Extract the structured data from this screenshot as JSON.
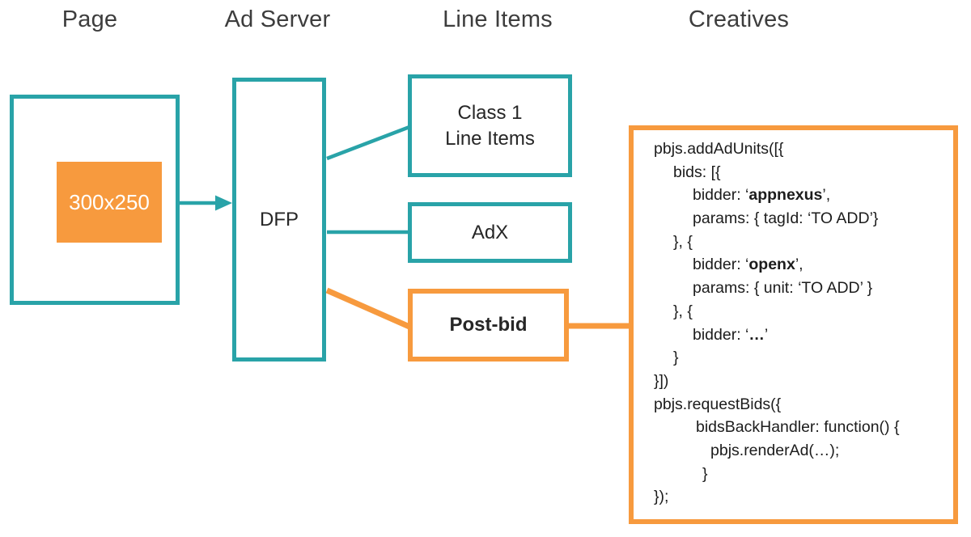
{
  "headers": [
    {
      "label": "Page"
    },
    {
      "label": "Ad Server"
    },
    {
      "label": "Line Items"
    },
    {
      "label": "Creatives"
    }
  ],
  "page": {
    "ad_slot_label": "300x250"
  },
  "ad_server": {
    "label": "DFP"
  },
  "line_items": {
    "class1_line1": "Class 1",
    "class1_line2": "Line Items",
    "adx_label": "AdX",
    "postbid_label": "Post-bid"
  },
  "creatives": {
    "code_lines": [
      {
        "indent": 0,
        "segments": [
          {
            "text": "pbjs.addAdUnits([{",
            "bold": false
          }
        ]
      },
      {
        "indent": 24,
        "segments": [
          {
            "text": "bids: [{",
            "bold": false
          }
        ]
      },
      {
        "indent": 48,
        "segments": [
          {
            "text": "bidder: ‘",
            "bold": false
          },
          {
            "text": "appnexus",
            "bold": true
          },
          {
            "text": "’,",
            "bold": false
          }
        ]
      },
      {
        "indent": 48,
        "segments": [
          {
            "text": "params: { tagId: ‘TO ADD’}",
            "bold": false
          }
        ]
      },
      {
        "indent": 24,
        "segments": [
          {
            "text": "}, {",
            "bold": false
          }
        ]
      },
      {
        "indent": 48,
        "segments": [
          {
            "text": "bidder: ‘",
            "bold": false
          },
          {
            "text": "openx",
            "bold": true
          },
          {
            "text": "’,",
            "bold": false
          }
        ]
      },
      {
        "indent": 48,
        "segments": [
          {
            "text": "params: { unit: ‘TO ADD’ }",
            "bold": false
          }
        ]
      },
      {
        "indent": 24,
        "segments": [
          {
            "text": "}, {",
            "bold": false
          }
        ]
      },
      {
        "indent": 48,
        "segments": [
          {
            "text": "bidder: ‘",
            "bold": false
          },
          {
            "text": "…",
            "bold": true
          },
          {
            "text": "’",
            "bold": false
          }
        ]
      },
      {
        "indent": 24,
        "segments": [
          {
            "text": "}",
            "bold": false
          }
        ]
      },
      {
        "indent": 0,
        "segments": [
          {
            "text": "}])",
            "bold": false
          }
        ]
      },
      {
        "indent": 0,
        "segments": [
          {
            "text": "pbjs.requestBids({",
            "bold": false
          }
        ]
      },
      {
        "indent": 52,
        "segments": [
          {
            "text": "bidsBackHandler: function() {",
            "bold": false
          }
        ]
      },
      {
        "indent": 70,
        "segments": [
          {
            "text": "pbjs.renderAd(…);",
            "bold": false
          }
        ]
      },
      {
        "indent": 60,
        "segments": [
          {
            "text": "}",
            "bold": false
          }
        ]
      },
      {
        "indent": 0,
        "segments": [
          {
            "text": "});",
            "bold": false
          }
        ]
      }
    ]
  },
  "colors": {
    "teal": "#29a3a8",
    "orange": "#f79a3e",
    "header_text": "#3d3d3d",
    "code_text": "#1c1c1c",
    "slot_text": "#ffffff"
  }
}
